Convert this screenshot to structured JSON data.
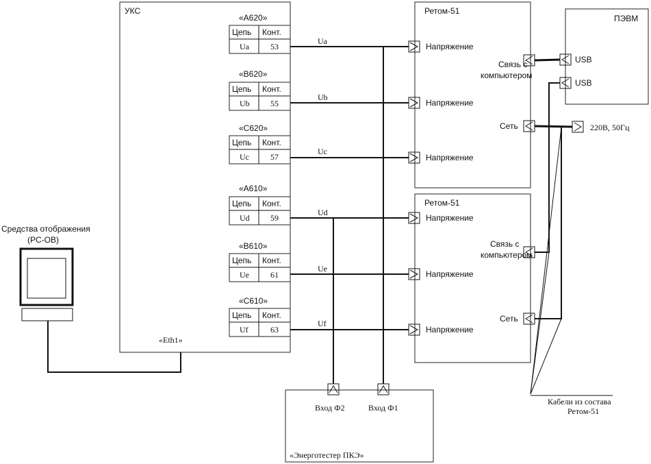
{
  "uks": {
    "title": "УКС",
    "eth_label": "«Eth1»",
    "col_circuit": "Цепь",
    "col_contact": "Конт.",
    "blocks": [
      {
        "name": "«A620»",
        "circuit": "Ua",
        "contact": "53",
        "signal": "Ua"
      },
      {
        "name": "«B620»",
        "circuit": "Ub",
        "contact": "55",
        "signal": "Ub"
      },
      {
        "name": "«C620»",
        "circuit": "Uc",
        "contact": "57",
        "signal": "Uc"
      },
      {
        "name": "«A610»",
        "circuit": "Ud",
        "contact": "59",
        "signal": "Ud"
      },
      {
        "name": "«B610»",
        "circuit": "Ue",
        "contact": "61",
        "signal": "Ue"
      },
      {
        "name": "«C610»",
        "circuit": "Uf",
        "contact": "63",
        "signal": "Uf"
      }
    ]
  },
  "retom_top": {
    "title": "Ретом-51",
    "inputs": [
      "Напряжение",
      "Напряжение",
      "Напряжение"
    ],
    "comm_label": [
      "Связь с",
      "компьютером"
    ],
    "net_label": "Сеть"
  },
  "retom_bottom": {
    "title": "Ретом-51",
    "inputs": [
      "Напряжение",
      "Напряжение",
      "Напряжение"
    ],
    "comm_label": [
      "Связь с",
      "компьютером"
    ],
    "net_label": "Сеть"
  },
  "pc": {
    "title": "ПЭВМ",
    "ports": [
      "USB",
      "USB"
    ]
  },
  "power": {
    "label": "220В, 50Гц"
  },
  "display": {
    "label": [
      "Средства отображения",
      "(PC-OB)"
    ]
  },
  "energotester": {
    "title": "«Энерготестер ПКЭ»",
    "inputs": [
      "Вход Ф2",
      "Вход Ф1"
    ]
  },
  "cables_note": [
    "Кабели из состава",
    "Ретом-51"
  ]
}
